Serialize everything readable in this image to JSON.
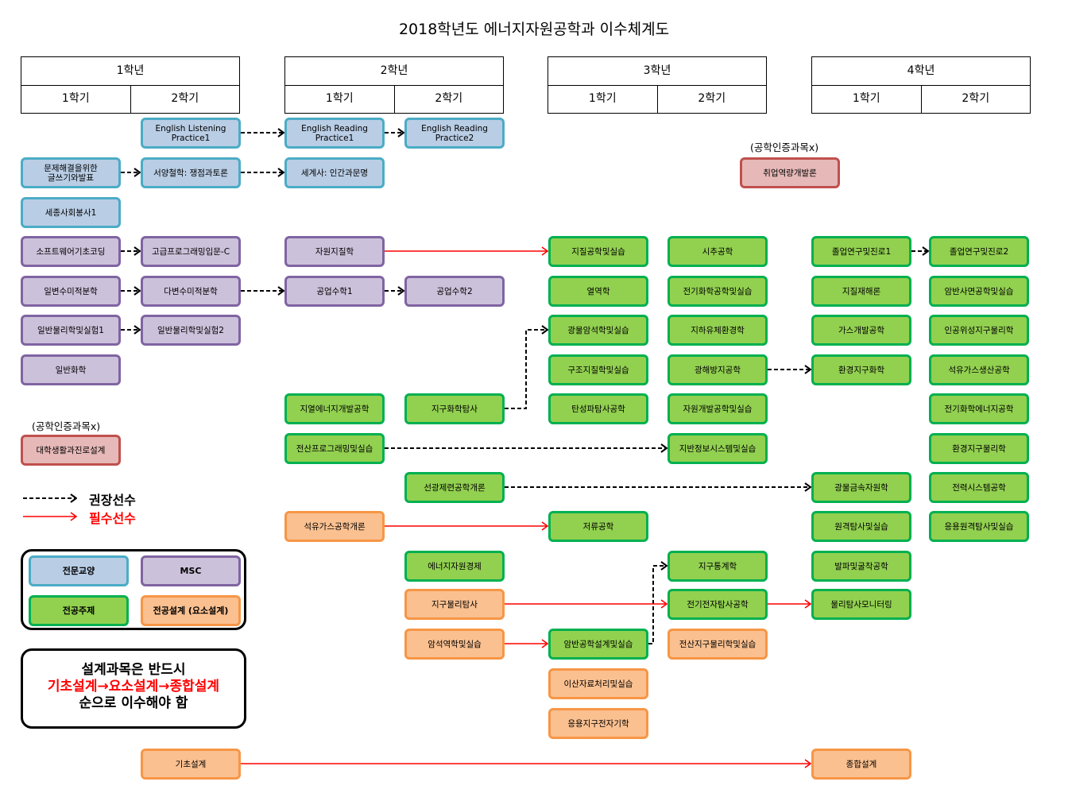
{
  "title": "2018학년도 에너지자원공학과 이수체계도",
  "years": [
    {
      "label": "1학년",
      "semesters": [
        "1학기",
        "2학기"
      ]
    },
    {
      "label": "2학년",
      "semesters": [
        "1학기",
        "2학기"
      ]
    },
    {
      "label": "3학년",
      "semesters": [
        "1학기",
        "2학기"
      ]
    },
    {
      "label": "4학년",
      "semesters": [
        "1학기",
        "2학기"
      ]
    }
  ],
  "notes": {
    "non_cert_top": "(공학인증과목x)",
    "non_cert_left": "(공학인증과목x)"
  },
  "courses": [
    {
      "label": "English Listening Practice1",
      "category": "liberal"
    },
    {
      "label": "English Reading Practice1",
      "category": "liberal"
    },
    {
      "label": "English Reading Practice2",
      "category": "liberal"
    },
    {
      "label": "문제해결을위한 글쓰기와발표",
      "category": "liberal"
    },
    {
      "label": "서양철학: 쟁점과토론",
      "category": "liberal"
    },
    {
      "label": "세계사: 인간과문명",
      "category": "liberal"
    },
    {
      "label": "세종사회봉사1",
      "category": "liberal"
    },
    {
      "label": "소프트웨어기초코딩",
      "category": "msc"
    },
    {
      "label": "고급프로그래밍입문-C",
      "category": "msc"
    },
    {
      "label": "자원지질학",
      "category": "msc"
    },
    {
      "label": "일변수미적분학",
      "category": "msc"
    },
    {
      "label": "다변수미적분학",
      "category": "msc"
    },
    {
      "label": "공업수학1",
      "category": "msc"
    },
    {
      "label": "공업수학2",
      "category": "msc"
    },
    {
      "label": "일반물리학및실험1",
      "category": "msc"
    },
    {
      "label": "일반물리학및실험2",
      "category": "msc"
    },
    {
      "label": "일반화학",
      "category": "msc"
    },
    {
      "label": "취업역량개발론",
      "category": "noncert"
    },
    {
      "label": "대학생활과진로설계",
      "category": "noncert"
    },
    {
      "label": "지질공학및실습",
      "category": "major"
    },
    {
      "label": "시추공학",
      "category": "major"
    },
    {
      "label": "졸업연구및진로1",
      "category": "major"
    },
    {
      "label": "졸업연구및진로2",
      "category": "major"
    },
    {
      "label": "열역학",
      "category": "major"
    },
    {
      "label": "전기화학공학및실습",
      "category": "major"
    },
    {
      "label": "지질재해론",
      "category": "major"
    },
    {
      "label": "암반사면공학및실습",
      "category": "major"
    },
    {
      "label": "광물암석학및실습",
      "category": "major"
    },
    {
      "label": "지하유체환경학",
      "category": "major"
    },
    {
      "label": "가스개발공학",
      "category": "major"
    },
    {
      "label": "인공위성지구물리학",
      "category": "major"
    },
    {
      "label": "구조지질학및실습",
      "category": "major"
    },
    {
      "label": "광해방지공학",
      "category": "major"
    },
    {
      "label": "환경지구화학",
      "category": "major"
    },
    {
      "label": "석유가스생산공학",
      "category": "major"
    },
    {
      "label": "지열에너지개발공학",
      "category": "major"
    },
    {
      "label": "지구화학탐사",
      "category": "major"
    },
    {
      "label": "탄성파탐사공학",
      "category": "major"
    },
    {
      "label": "자원개발공학및실습",
      "category": "major"
    },
    {
      "label": "전기화학에너지공학",
      "category": "major"
    },
    {
      "label": "전산프로그래밍및실습",
      "category": "major"
    },
    {
      "label": "지반정보시스템및실습",
      "category": "major"
    },
    {
      "label": "환경지구물리학",
      "category": "major"
    },
    {
      "label": "선광제련공학개론",
      "category": "major"
    },
    {
      "label": "광물금속자원학",
      "category": "major"
    },
    {
      "label": "전력시스템공학",
      "category": "major"
    },
    {
      "label": "저류공학",
      "category": "major"
    },
    {
      "label": "원격탐사및실습",
      "category": "major"
    },
    {
      "label": "응용원격탐사및실습",
      "category": "major"
    },
    {
      "label": "에너지자원경제",
      "category": "major"
    },
    {
      "label": "지구통계학",
      "category": "major"
    },
    {
      "label": "발파및굴착공학",
      "category": "major"
    },
    {
      "label": "전기전자탐사공학",
      "category": "major"
    },
    {
      "label": "물리탐사모니터링",
      "category": "major"
    },
    {
      "label": "암반공학설계및실습",
      "category": "major"
    },
    {
      "label": "석유가스공학개론",
      "category": "design"
    },
    {
      "label": "지구물리탐사",
      "category": "design"
    },
    {
      "label": "암석역학및실습",
      "category": "design"
    },
    {
      "label": "전산지구물리학및실습",
      "category": "design"
    },
    {
      "label": "이산자료처리및실습",
      "category": "design"
    },
    {
      "label": "응용지구전자기학",
      "category": "design"
    },
    {
      "label": "기초설계",
      "category": "design"
    },
    {
      "label": "종합설계",
      "category": "design"
    }
  ],
  "legend": {
    "recommended": "권장선수",
    "required": "필수선수",
    "categories": {
      "liberal": "전문교양",
      "msc": "MSC",
      "major": "전공주제",
      "design": "전공설계 (요소설계)"
    }
  },
  "rule": {
    "line1": "설계과목은 반드시",
    "line2": "기초설계→요소설계→종합설계",
    "line3": "순으로 이수해야 함"
  },
  "colors": {
    "required_arrow": "#ff0000",
    "recommended_arrow": "#000000"
  }
}
